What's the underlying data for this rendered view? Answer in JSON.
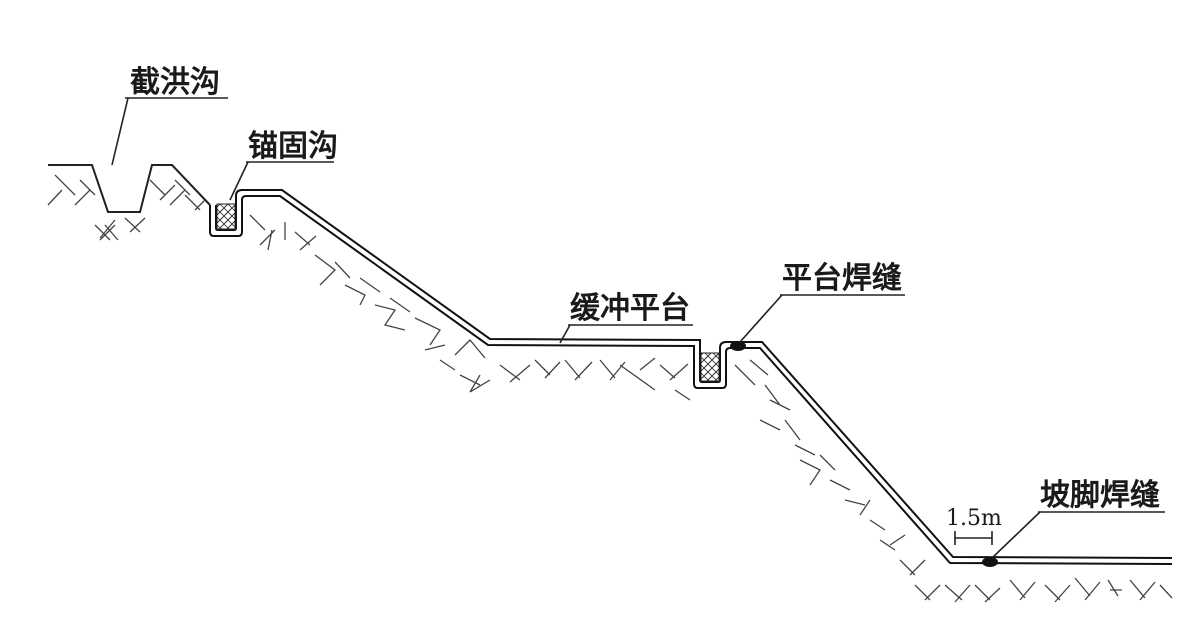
{
  "labels": {
    "intercepting_ditch": "截洪沟",
    "anchor_trench": "锚固沟",
    "buffer_platform": "缓冲平台",
    "platform_weld": "平台焊缝",
    "toe_weld": "坡脚焊缝",
    "dimension": "1.5m"
  },
  "colors": {
    "line": "#111111",
    "fill": "#ffffff"
  }
}
